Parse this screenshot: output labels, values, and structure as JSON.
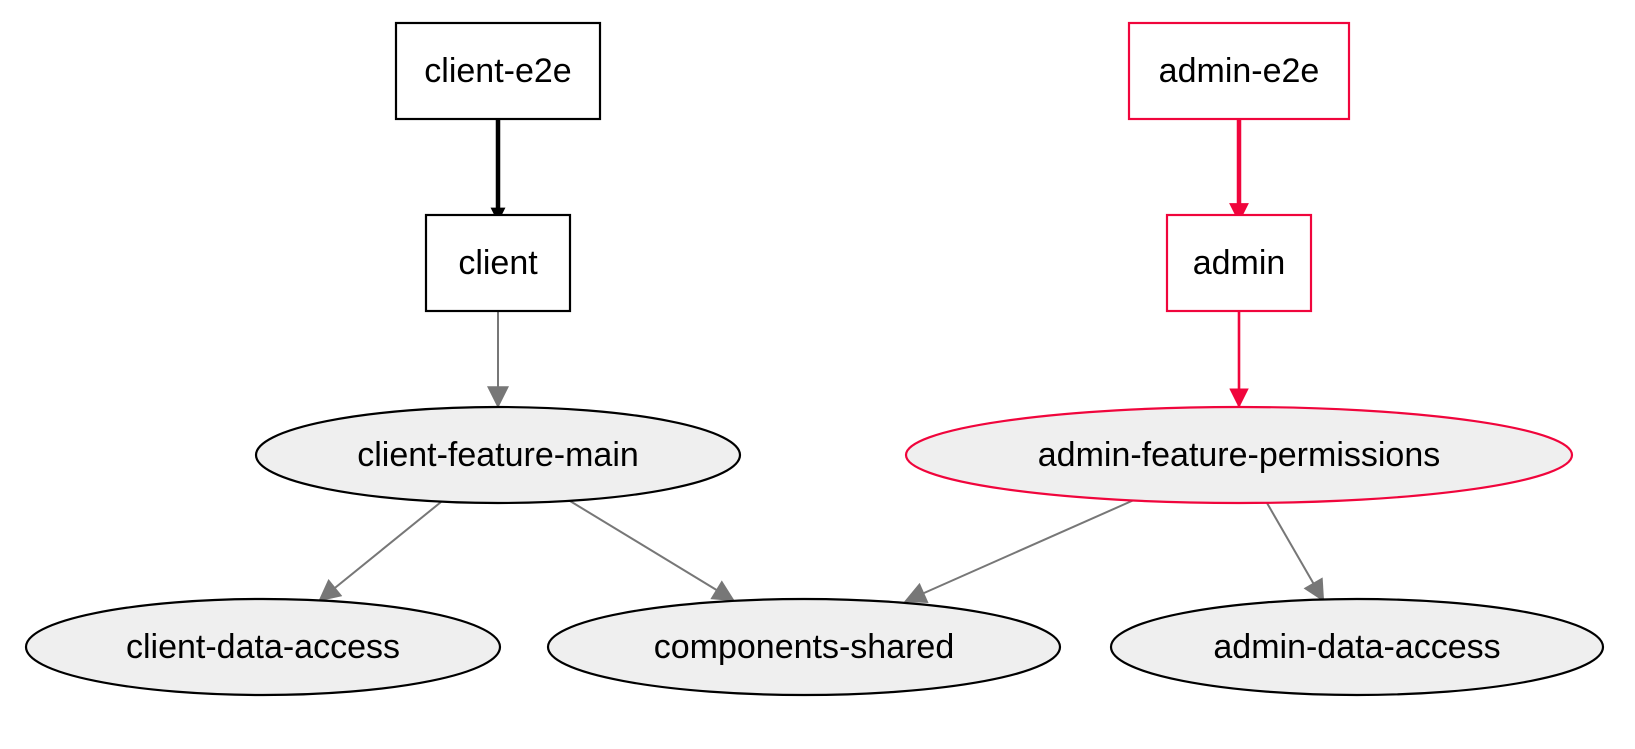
{
  "graph": {
    "colors": {
      "default_stroke": "#000000",
      "highlight": "#f0053c",
      "library_fill": "#efefef",
      "app_fill": "#ffffff",
      "muted_edge": "#777777"
    },
    "nodes": [
      {
        "id": "client-e2e",
        "label": "client-e2e",
        "shape": "box",
        "highlighted": false
      },
      {
        "id": "client",
        "label": "client",
        "shape": "box",
        "highlighted": false
      },
      {
        "id": "client-feature-main",
        "label": "client-feature-main",
        "shape": "ellipse",
        "highlighted": false
      },
      {
        "id": "client-data-access",
        "label": "client-data-access",
        "shape": "ellipse",
        "highlighted": false
      },
      {
        "id": "components-shared",
        "label": "components-shared",
        "shape": "ellipse",
        "highlighted": false
      },
      {
        "id": "admin-e2e",
        "label": "admin-e2e",
        "shape": "box",
        "highlighted": true
      },
      {
        "id": "admin",
        "label": "admin",
        "shape": "box",
        "highlighted": true
      },
      {
        "id": "admin-feature-permissions",
        "label": "admin-feature-permissions",
        "shape": "ellipse",
        "highlighted": true
      },
      {
        "id": "admin-data-access",
        "label": "admin-data-access",
        "shape": "ellipse",
        "highlighted": false
      }
    ],
    "edges": [
      {
        "from": "client-e2e",
        "to": "client",
        "style": "bold"
      },
      {
        "from": "client",
        "to": "client-feature-main",
        "style": "muted"
      },
      {
        "from": "client-feature-main",
        "to": "client-data-access",
        "style": "muted"
      },
      {
        "from": "client-feature-main",
        "to": "components-shared",
        "style": "muted"
      },
      {
        "from": "admin-e2e",
        "to": "admin",
        "style": "highlight-bold"
      },
      {
        "from": "admin",
        "to": "admin-feature-permissions",
        "style": "highlight"
      },
      {
        "from": "admin-feature-permissions",
        "to": "components-shared",
        "style": "muted"
      },
      {
        "from": "admin-feature-permissions",
        "to": "admin-data-access",
        "style": "muted"
      }
    ]
  }
}
